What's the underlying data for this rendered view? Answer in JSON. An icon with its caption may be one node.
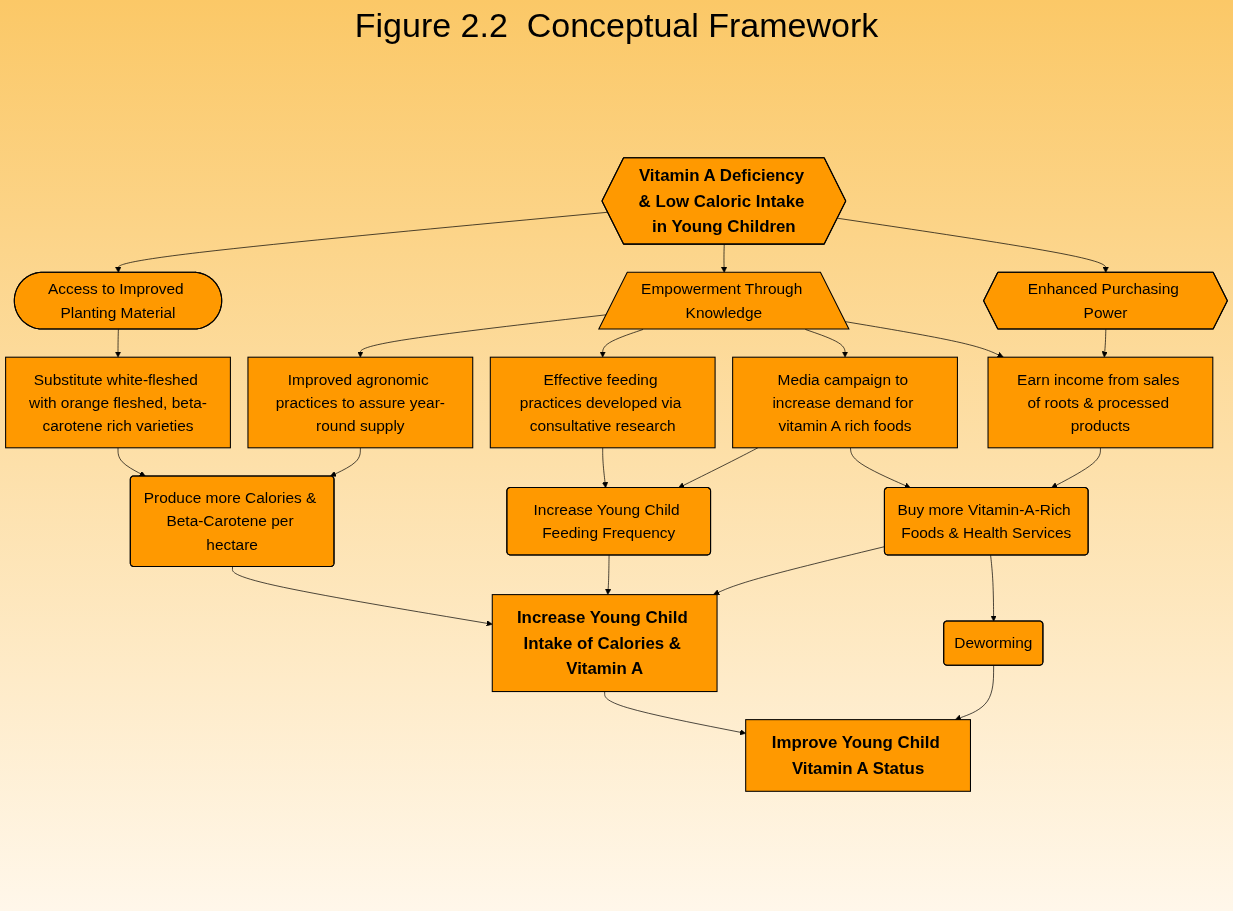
{
  "diagram": {
    "title": "Figure 2.2  Conceptual Framework",
    "nodes": [
      {
        "text": [
          "Vitamin A Deficiency & Low Caloric Intake in Young Children"
        ]
      },
      {
        "text": [
          "Access to Improved Planting Material"
        ]
      },
      {
        "text": [
          "Empowerment Through Knowledge"
        ]
      },
      {
        "text": [
          "Enhanced Purchasing Power"
        ]
      },
      {
        "text": [
          "Substitute white-fleshed with orange fleshed, beta-carotene rich varieties"
        ]
      },
      {
        "text": [
          "Improved agronomic practices to assure year-round supply"
        ]
      },
      {
        "text": [
          "Effective feeding practices developed via consultative research"
        ]
      },
      {
        "text": [
          "Media campaign to increase demand for vitamin A rich foods"
        ]
      },
      {
        "text": [
          "Earn income from sales of roots & processed products"
        ]
      },
      {
        "text": [
          "Produce more Calories & Beta-Carotene per hectare"
        ]
      },
      {
        "text": [
          "Increase Young Child Feeding Frequency"
        ]
      },
      {
        "text": [
          "Buy more Vitamin-A-Rich Foods & Health Services"
        ]
      },
      {
        "text": [
          "Increase Young Child Intake of Calories & Vitamin A"
        ]
      },
      {
        "text": [
          "Deworming"
        ]
      },
      {
        "text": [
          "Improve Young Child Vitamin A Status"
        ]
      }
    ],
    "edges": [
      {
        "from": 0,
        "to": 1,
        "arrow": "to"
      },
      {
        "from": 0,
        "to": 2,
        "arrow": "to"
      },
      {
        "from": 0,
        "to": 3,
        "arrow": "to"
      },
      {
        "from": 1,
        "to": 4,
        "arrow": "to"
      },
      {
        "from": 2,
        "to": 5,
        "arrow": "to"
      },
      {
        "from": 2,
        "to": 6,
        "arrow": "to"
      },
      {
        "from": 2,
        "to": 7,
        "arrow": "to"
      },
      {
        "from": 2,
        "to": 8,
        "arrow": "to"
      },
      {
        "from": 3,
        "to": 8,
        "arrow": "to"
      },
      {
        "from": 4,
        "to": 9,
        "arrow": "to"
      },
      {
        "from": 5,
        "to": 9,
        "arrow": "to"
      },
      {
        "from": 6,
        "to": 10,
        "arrow": "to"
      },
      {
        "from": 7,
        "to": 10,
        "arrow": "to"
      },
      {
        "from": 7,
        "to": 11,
        "arrow": "to"
      },
      {
        "from": 8,
        "to": 11,
        "arrow": "to"
      },
      {
        "from": 9,
        "to": 12,
        "arrow": "to"
      },
      {
        "from": 10,
        "to": 12,
        "arrow": "to"
      },
      {
        "from": 11,
        "to": 12,
        "arrow": "to"
      },
      {
        "from": 11,
        "to": 13,
        "arrow": "to"
      },
      {
        "from": 12,
        "to": 14,
        "arrow": "to"
      },
      {
        "from": 13,
        "to": 14,
        "arrow": "to"
      }
    ]
  }
}
